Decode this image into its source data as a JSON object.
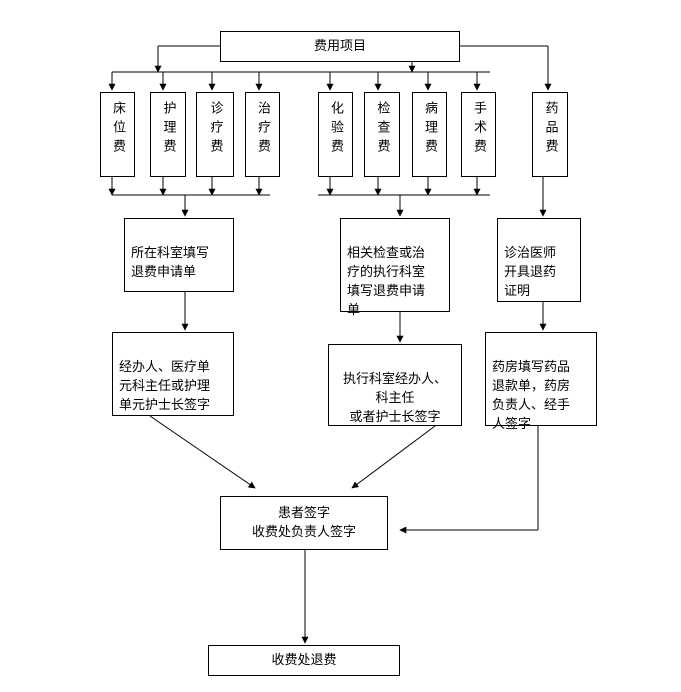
{
  "top": "费用项目",
  "fees": {
    "bed": "床位费",
    "nursing": "护理费",
    "diagnosis": "诊疗费",
    "treatment": "治疗费",
    "lab": "化验费",
    "exam": "检查费",
    "pathology": "病理费",
    "surgery": "手术费",
    "drug": "药品费"
  },
  "step1": {
    "left": "所在科室填写\n退费申请单",
    "mid": "相关检查或治\n疗的执行科室\n填写退费申请\n单",
    "right": "诊治医师\n开具退药\n证明"
  },
  "step2": {
    "left": "经办人、医疗单\n元科主任或护理\n单元护士长签字",
    "mid": "执行科室经办人、\n科主任\n或者护士长签字",
    "right": "药房填写药品\n退款单，药房\n负责人、经手\n人签字"
  },
  "sign": "患者签字\n收费处负责人签字",
  "refund": "收费处退费"
}
